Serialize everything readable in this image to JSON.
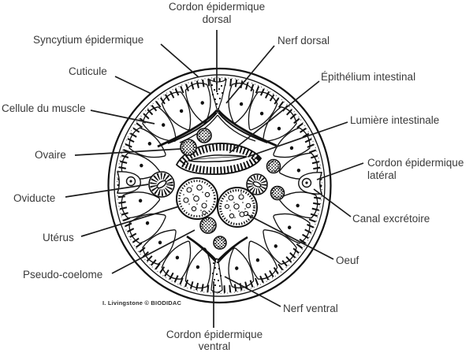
{
  "colors": {
    "ink": "#1b1b1b",
    "label_text": "#3a3a3a",
    "background": "#ffffff"
  },
  "labels": {
    "cordon_dorsal_line1": "Cordon épidermique",
    "cordon_dorsal_line2": "dorsal",
    "syncytium": "Syncytium épidermique",
    "nerf_dorsal": "Nerf dorsal",
    "cuticule": "Cuticule",
    "cellule_muscle": "Cellule du muscle",
    "ovaire": "Ovaire",
    "oviducte": "Oviducte",
    "uterus": "Utérus",
    "pseudo_coelome": "Pseudo-coelome",
    "epithelium_intestinal": "Épithélium intestinal",
    "lumiere_intestinale": "Lumière intestinale",
    "cordon_lateral_line1": "Cordon épidermique",
    "cordon_lateral_line2": "latéral",
    "canal_excretoire": "Canal excrétoire",
    "oeuf": "Oeuf",
    "nerf_ventral": "Nerf ventral",
    "cordon_ventral_line1": "Cordon épidermique",
    "cordon_ventral_line2": "ventral",
    "credit": "I. Livingstone © BIODIDAC"
  }
}
